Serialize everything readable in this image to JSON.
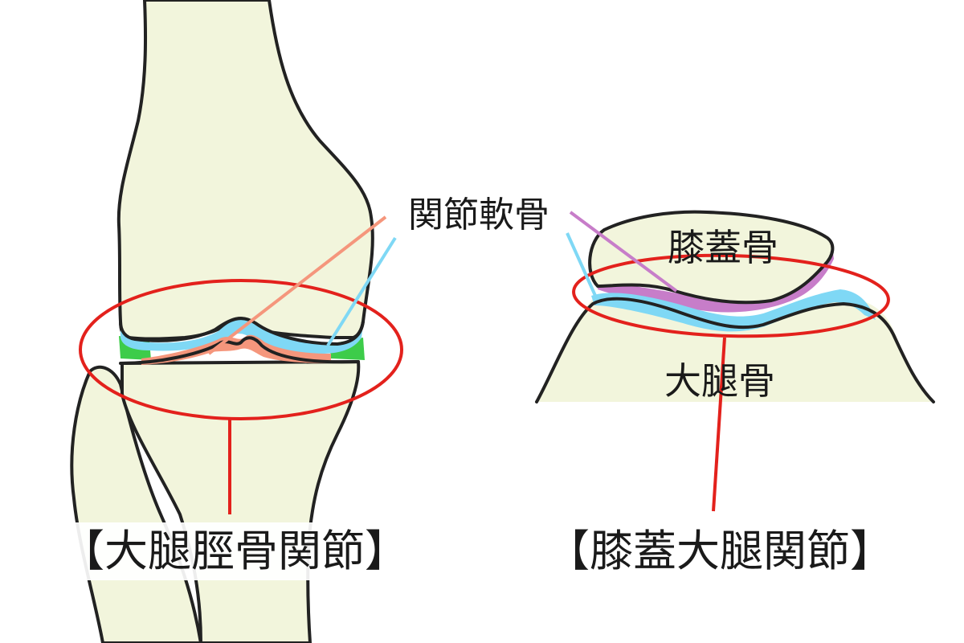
{
  "labels": {
    "articular_cartilage": "関節軟骨",
    "patella": "膝蓋骨",
    "femur": "大腿骨",
    "tibiofemoral_joint": "【大腿脛骨関節】",
    "patellofemoral_joint": "【膝蓋大腿関節】"
  },
  "colors": {
    "bone_fill": "#f2f5dc",
    "outline": "#222222",
    "cartilage_blue": "#7fd8f5",
    "cartilage_salmon": "#f5967c",
    "meniscus_green": "#3dcc4a",
    "patella_cartilage_purple": "#c77dc9",
    "callout_red": "#e3211c"
  }
}
